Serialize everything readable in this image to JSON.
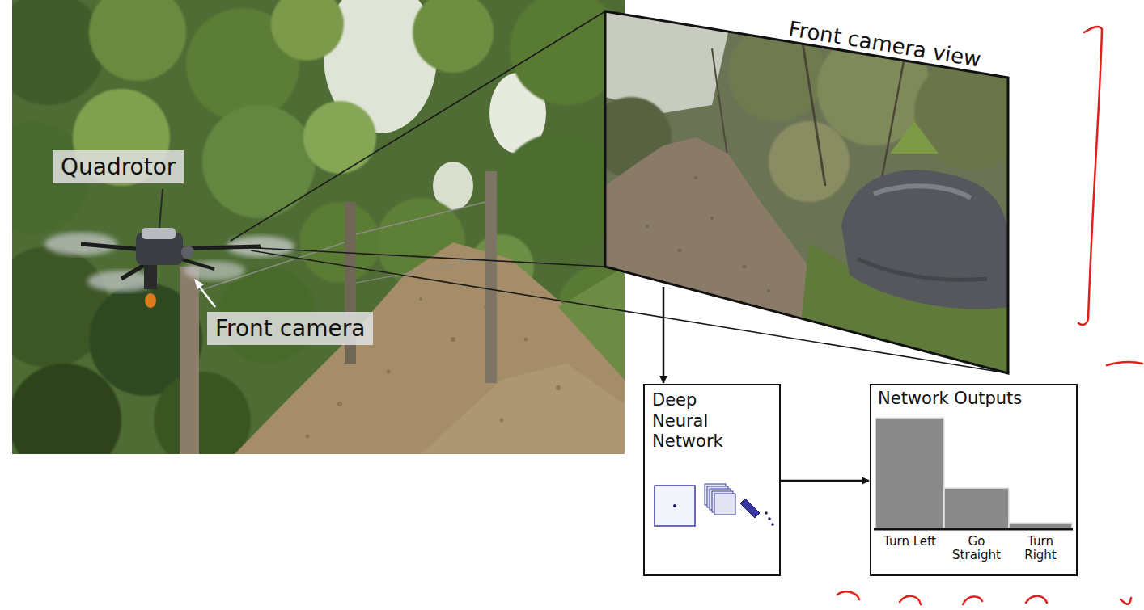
{
  "diagram": {
    "nodes": [
      {
        "text": [
          "Quadrotor"
        ]
      },
      {
        "text": [
          "Front camera"
        ]
      },
      {
        "text": [
          "Front camera view"
        ]
      },
      {
        "text": [
          "Deep Neural Network"
        ]
      },
      {
        "text": [
          "Network Outputs",
          "Turn Left",
          "Go Straight",
          "Turn Right"
        ]
      }
    ],
    "edges": [
      {
        "from": 2,
        "to": 3,
        "arrow": "to"
      },
      {
        "from": 3,
        "to": 4,
        "arrow": "to"
      }
    ]
  }
}
